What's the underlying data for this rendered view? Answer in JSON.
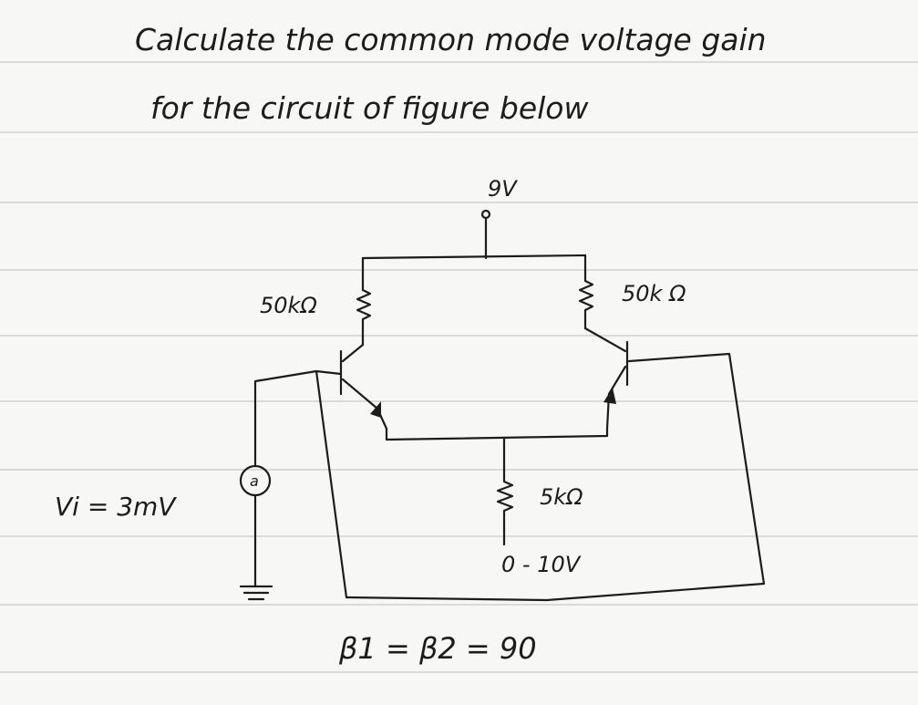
{
  "question": {
    "line1": "Calculate the common mode voltage gain",
    "line2": "for the circuit of figure below"
  },
  "circuit": {
    "supply_positive": "9V",
    "collector_resistor_left": "50kΩ",
    "collector_resistor_right": "50k Ω",
    "emitter_resistor": "5kΩ",
    "supply_negative": "0 - 10V",
    "source_symbol": "a",
    "input_voltage": "Vi = 3mV",
    "beta_relation": "β1 = β2 = 90"
  },
  "colors": {
    "paper": "#f7f7f5",
    "ink": "#1c1c1c",
    "rule_lines": "#c9c9c9"
  }
}
